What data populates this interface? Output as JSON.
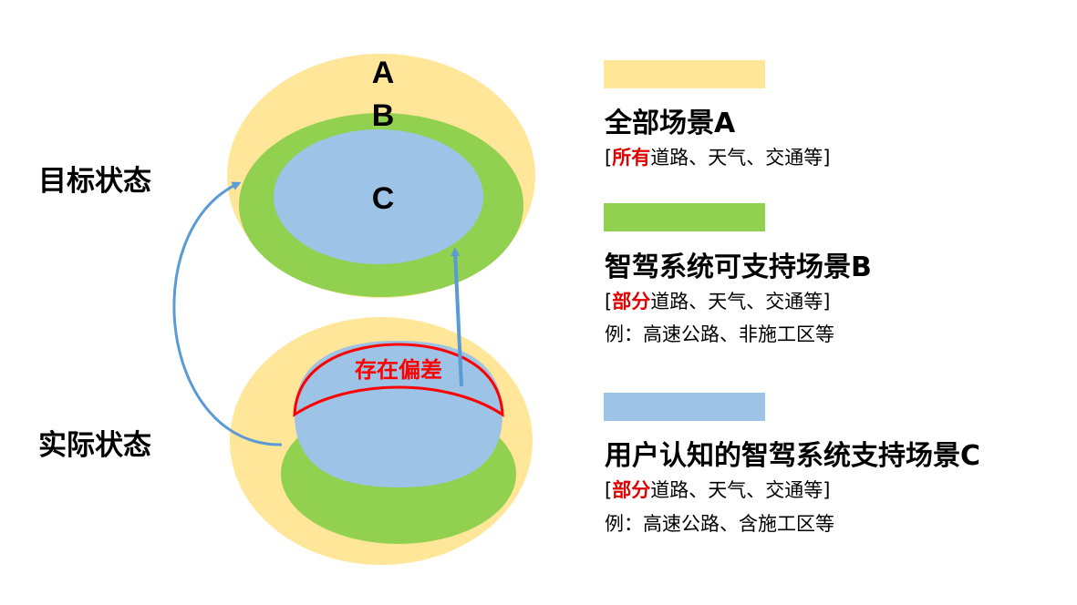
{
  "colors": {
    "zone_a": "#FFE699",
    "zone_b": "#92D050",
    "zone_c": "#9DC3E6",
    "arrow": "#5B9BD5",
    "deviation": "#FF0000"
  },
  "diagram": {
    "target_state_label": "目标状态",
    "actual_state_label": "实际状态",
    "letter_a": "A",
    "letter_b": "B",
    "letter_c": "C",
    "deviation_label": "存在偏差"
  },
  "legend": [
    {
      "title": "全部场景A",
      "detail_open": "[",
      "detail_highlight": "所有",
      "detail_rest": "道路、天气、交通等]",
      "example": ""
    },
    {
      "title": "智驾系统可支持场景B",
      "detail_open": "[",
      "detail_highlight": "部分",
      "detail_rest": "道路、天气、交通等]",
      "example": "例：高速公路、非施工区等"
    },
    {
      "title": "用户认知的智驾系统支持场景C",
      "detail_open": "[",
      "detail_highlight": "部分",
      "detail_rest": "道路、天气、交通等]",
      "example": "例：高速公路、含施工区等"
    }
  ]
}
